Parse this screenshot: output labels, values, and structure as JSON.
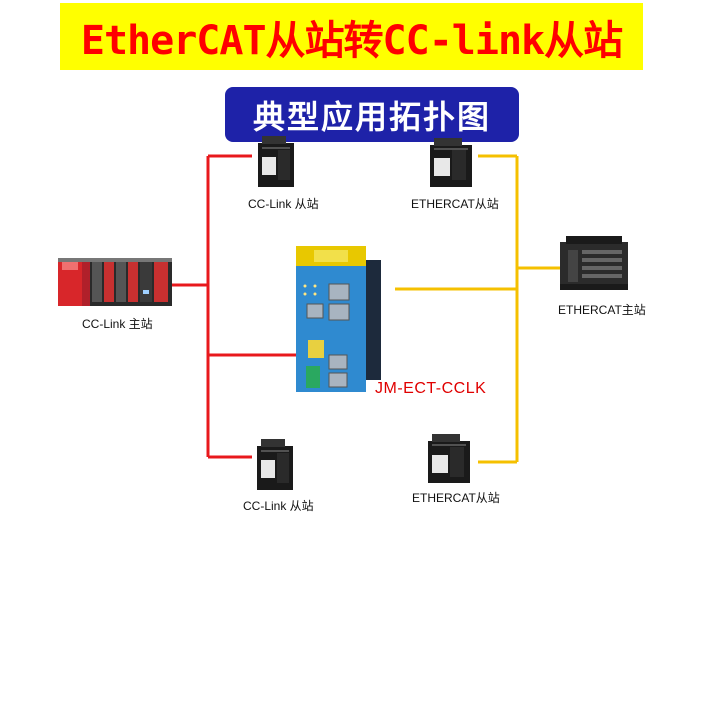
{
  "title": "EtherCAT从站转CC-link从站",
  "subtitle": "典型应用拓扑图",
  "gateway": {
    "model": "JM-ECT-CCLK"
  },
  "nodes": {
    "cclink_master": "CC-Link 主站",
    "cclink_slave_top": "CC-Link 从站",
    "cclink_slave_bottom": "CC-Link 从站",
    "ethercat_slave_top": "ETHERCAT从站",
    "ethercat_slave_bottom": "ETHERCAT从站",
    "ethercat_master": "ETHERCAT主站"
  },
  "colors": {
    "banner_bg": "#ffff00",
    "banner_text": "#ff0000",
    "subtitle_bg": "#1e22a8",
    "cclink_line": "#e8181c",
    "ethercat_line": "#f5c000"
  }
}
